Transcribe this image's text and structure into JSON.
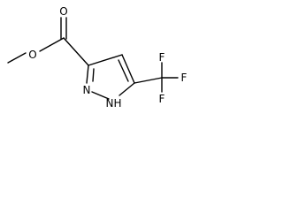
{
  "structure": {
    "atoms": {
      "carbonyl_oxygen": "O",
      "ester_oxygen": "O",
      "ring_nitrogen": "N",
      "nh_nitrogen": "N",
      "nh_hydrogen": "H",
      "fluorine_top": "F",
      "fluorine_right": "F",
      "fluorine_bottom": "F"
    }
  }
}
